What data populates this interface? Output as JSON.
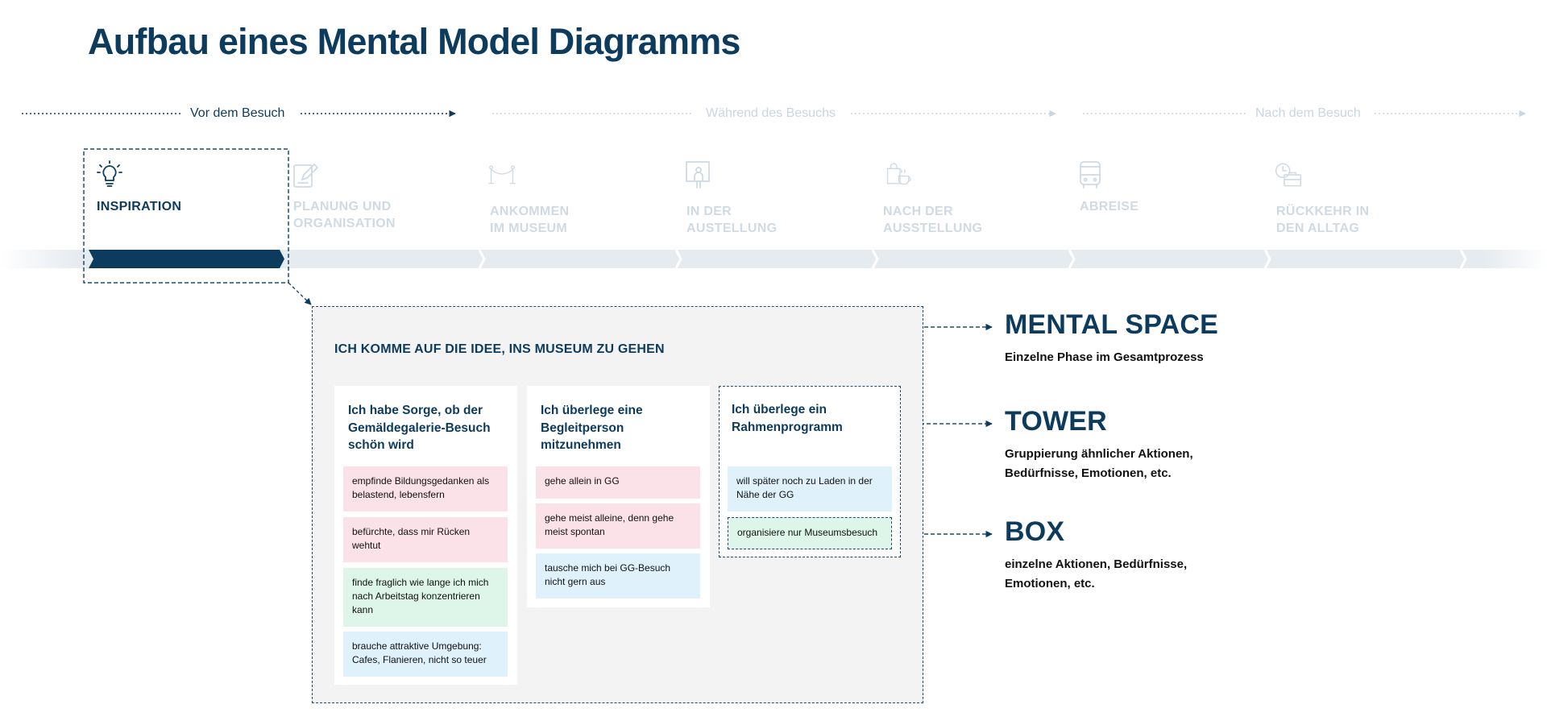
{
  "title": "Aufbau eines Mental Model Diagramms",
  "periods": [
    {
      "label": "Vor dem Besuch"
    },
    {
      "label": "Während des Besuchs"
    },
    {
      "label": "Nach dem Besuch"
    }
  ],
  "phases": [
    {
      "label": "INSPIRATION",
      "icon": "lightbulb-icon"
    },
    {
      "label": "PLANUNG UND ORGANISATION",
      "icon": "edit-note-icon"
    },
    {
      "label": "ANKOMMEN IM MUSEUM",
      "icon": "rope-barrier-icon"
    },
    {
      "label": "IN DER AUSTELLUNG",
      "icon": "exhibit-frame-icon"
    },
    {
      "label": "NACH DER AUSSTELLUNG",
      "icon": "shopping-bag-coffee-icon"
    },
    {
      "label": "ABREISE",
      "icon": "bus-icon"
    },
    {
      "label": "RÜCKKEHR IN DEN ALLTAG",
      "icon": "clock-briefcase-icon"
    }
  ],
  "mental_space": {
    "title": "ICH KOMME AUF DIE IDEE, INS MUSEUM ZU GEHEN",
    "towers": [
      {
        "title": "Ich habe Sorge, ob der Gemäldegalerie-Besuch schön wird",
        "boxes": [
          {
            "text": "empfinde Bildungsgedanken als belastend, lebensfern",
            "kind": "pink"
          },
          {
            "text": "befürchte, dass mir Rücken wehtut",
            "kind": "pink"
          },
          {
            "text": "finde fraglich wie lange ich mich nach Arbeitstag konzentrieren kann",
            "kind": "green"
          },
          {
            "text": "brauche attraktive Umgebung: Cafes, Flanieren, nicht so teuer",
            "kind": "blue"
          }
        ]
      },
      {
        "title": "Ich überlege eine Begleitperson mitzunehmen",
        "boxes": [
          {
            "text": "gehe allein in GG",
            "kind": "pink"
          },
          {
            "text": "gehe meist alleine, denn gehe meist spontan",
            "kind": "pink"
          },
          {
            "text": "tausche mich bei GG-Besuch nicht gern aus",
            "kind": "blue"
          }
        ]
      },
      {
        "title": "Ich überlege ein Rahmenprogramm",
        "boxes": [
          {
            "text": "will später noch zu Laden in der Nähe der GG",
            "kind": "blue"
          },
          {
            "text": "organisiere nur Museumsbesuch",
            "kind": "green"
          }
        ]
      }
    ]
  },
  "legend": [
    {
      "head": "MENTAL SPACE",
      "desc": "Einzelne Phase im Gesamtprozess"
    },
    {
      "head": "TOWER",
      "desc": "Gruppierung ähnlicher Aktionen, Bedürfnisse, Emotionen, etc."
    },
    {
      "head": "BOX",
      "desc": "einzelne Aktionen, Bedürfnisse, Emotionen, etc."
    }
  ],
  "colors": {
    "primary": "#0d3b5e",
    "muted": "#cfdae3",
    "track": "#e6ebef",
    "space_bg": "#f3f3f3",
    "need_pink": "#fbe1e8",
    "emotion_green": "#def5ea",
    "action_blue": "#dff1fb"
  }
}
